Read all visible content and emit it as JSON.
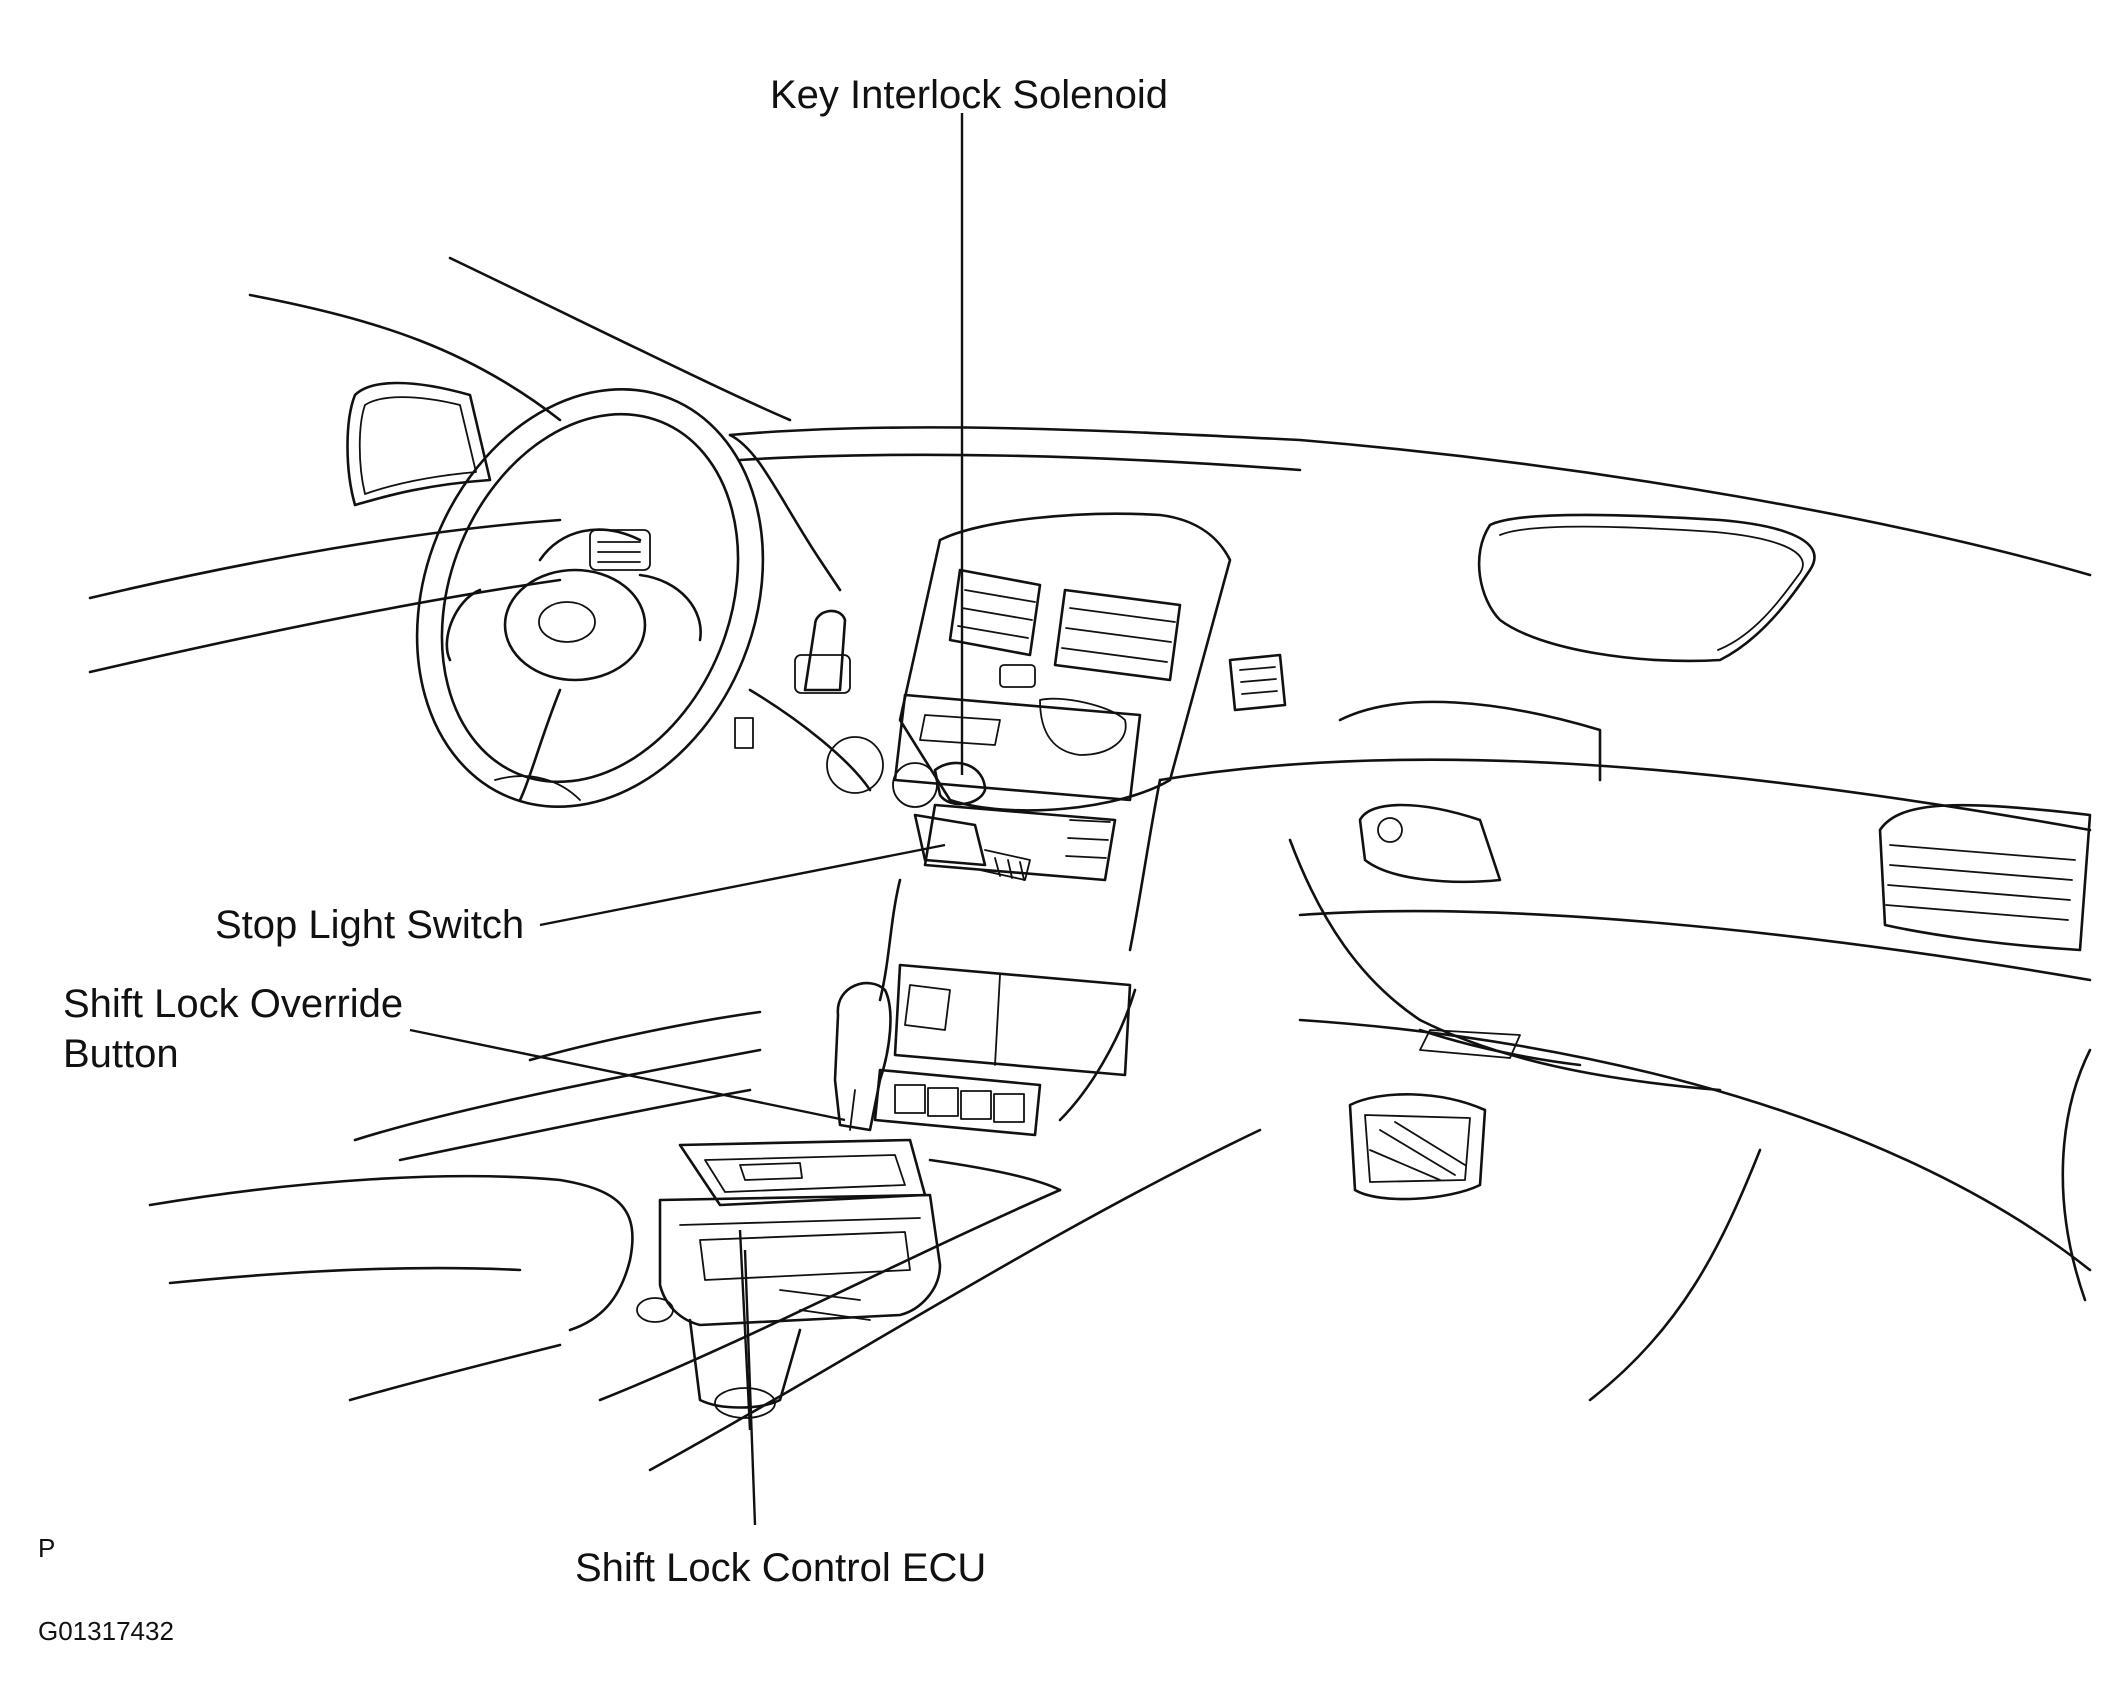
{
  "labels": {
    "key_interlock_solenoid": "Key Interlock Solenoid",
    "stop_light_switch": "Stop Light Switch",
    "shift_lock_override_line1": "Shift Lock Override",
    "shift_lock_override_line2": "Button",
    "shift_lock_control_ecu": "Shift Lock Control ECU"
  },
  "footer": {
    "marker": "P",
    "figure_id": "G01317432"
  },
  "colors": {
    "ink": "#111111",
    "background": "#ffffff"
  }
}
